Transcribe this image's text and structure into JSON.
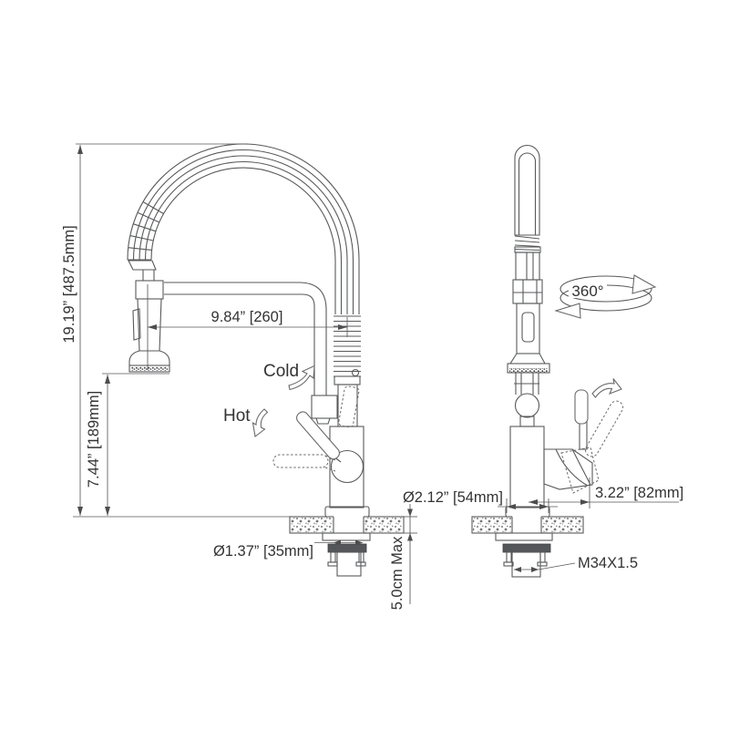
{
  "labels": {
    "overall_height": "19.19” [487.5mm]",
    "head_height": "7.44” [189mm]",
    "spout_reach": "9.84” [260]",
    "cold": "Cold",
    "hot": "Hot",
    "rotation": "360°",
    "flange_diameter": "Ø2.12” [54mm]",
    "handle_length": "3.22” [82mm]",
    "shank_diameter": "Ø1.37” [35mm]",
    "counter_max": "5.0cm Max",
    "thread": "M34X1.5"
  },
  "colors": {
    "line": "#58595b",
    "text": "#333333",
    "background": "#ffffff"
  }
}
